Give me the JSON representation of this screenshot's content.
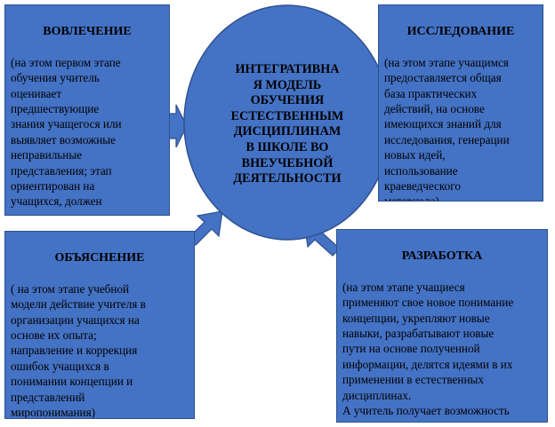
{
  "center": {
    "text": "ИНТЕГРАТИВНА\nЯ МОДЕЛЬ\nОБУЧЕНИЯ\nЕСТЕСТВЕННЫМ\nДИСЦИПЛИНАМ\nВ ШКОЛЕ ВО\nВНЕУЧЕБНОЙ\nДЕЯТЕЛЬНОСТИ"
  },
  "stages": [
    {
      "title": "ВОВЛЕЧЕНИЕ",
      "text": "(на этом первом этапе\nобучения учитель\nоценивает\nпредшествующие\nзнания учащегося или\nвыявляет возможные\nнеправильные\nпредставления; этап\nориентирован на\nучащихся, должен\nвызвать желание узнать\nбольше о предстоящей"
    },
    {
      "title": "ИССЛЕДОВАНИЕ",
      "text": "(на этом этапе учащимся\nпредоставляется общая\nбаза практических\nдействий, на основе\nимеющихся знаний для\nисследования, генерации\nновых идей,\nиспользование\nкраеведческого\nматериала)"
    },
    {
      "title": "ОБЪЯСНЕНИЕ",
      "text": "( на этом этапе учебной\nмодели действие учителя в\nорганизации учащихся на\nоснове их опыта;\nнаправление и коррекция\nошибок учащихся в\nпонимании концепции и\nпредставлений\nмиропонимания)"
    },
    {
      "title": "РАЗРАБОТКА",
      "text": "(на этом этапе учащиеся\nприменяют  свое новое понимание\nконцепции, укрепляют новые\nнавыки,  разрабатывают новые\nпути на основе полученной\nинформации, делятся  идеями в их\nприменении в естественных\nдисциплинах.\nА учитель получает  возможность\nинтегрировать науку с другими"
    }
  ],
  "colors": {
    "fill": "#4472c4",
    "border": "#2f528f"
  }
}
